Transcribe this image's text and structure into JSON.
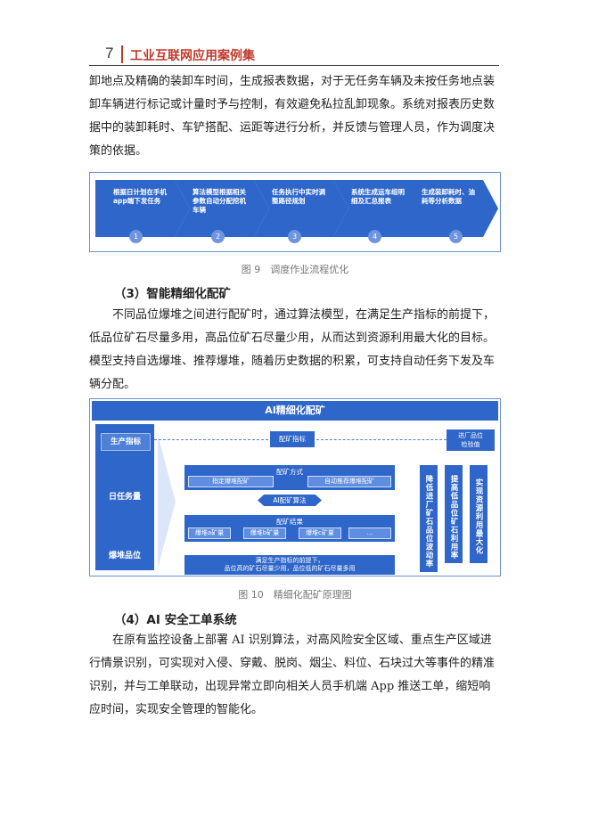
{
  "header": {
    "page_number": "7",
    "title": "工业互联网应用案例集"
  },
  "para1": [
    "卸地点及精确的装卸车时间，生成报表数据，对于无任务车辆及未按任务地点装",
    "卸车辆进行标记或计量时予与控制，有效避免私拉乱卸现象。系统对报表历史数",
    "据中的装卸耗时、车铲搭配、运距等进行分析，并反馈与管理人员，作为调度决",
    "策的依据。"
  ],
  "fig9": {
    "steps": [
      {
        "num": "1",
        "text": "根据日计划在手机app端下发任务"
      },
      {
        "num": "2",
        "text": "算法模型根据相关参数自动分配挖机车辆"
      },
      {
        "num": "3",
        "text": "任务执行中实时调整路径规划"
      },
      {
        "num": "4",
        "text": "系统生成运车组明细及汇总报表"
      },
      {
        "num": "5",
        "text": "生成装卸耗时、油耗等分析数据"
      }
    ],
    "caption": "图 9　调度作业流程优化",
    "primary_color": "#2f66c9"
  },
  "section3": {
    "heading": "（3）智能精细化配矿"
  },
  "para2": [
    "不同品位爆堆之间进行配矿时，通过算法模型，在满足生产指标的前提下，",
    "低品位矿石尽量多用，高品位矿石尽量少用，从而达到资源利用最大化的目标。",
    "模型支持自选爆堆、推荐爆堆，随着历史数据的积累，可支持自动任务下发及车",
    "辆分配。"
  ],
  "fig10": {
    "title": "AI精细化配矿",
    "left_items": [
      "生产指标",
      "日任务量",
      "爆堆品位"
    ],
    "top_box": "配矿指标",
    "right_top": "进厂品位\n检验值",
    "method_title": "配矿方式",
    "method_a": "指定爆堆配矿",
    "method_b": "自动推荐爆堆配矿",
    "algo": "AI配矿算法",
    "result_title": "配矿结果",
    "results": [
      "爆堆a矿量",
      "爆堆b矿量",
      "爆堆c矿量",
      "..."
    ],
    "bottom_line1": "满足生产指标的前提下，",
    "bottom_line2": "品位高的矿石尽量少用，品位低的矿石尽量多用",
    "goals": [
      "降低进厂矿石品位波动率",
      "提高低品位矿石利用率",
      "实现资源利用最大化"
    ],
    "caption": "图 10　精细化配矿原理图"
  },
  "section4": {
    "heading": "（4）AI 安全工单系统"
  },
  "para3": [
    "在原有监控设备上部署 AI 识别算法，对高风险安全区域、重点生产区域进",
    "行情景识别，可实现对入侵、穿戴、脱岗、烟尘、料位、石块过大等事件的精准",
    "识别，并与工单联动，出现异常立即向相关人员手机端 App 推送工单，缩短响",
    "应时间，实现安全管理的智能化。"
  ]
}
